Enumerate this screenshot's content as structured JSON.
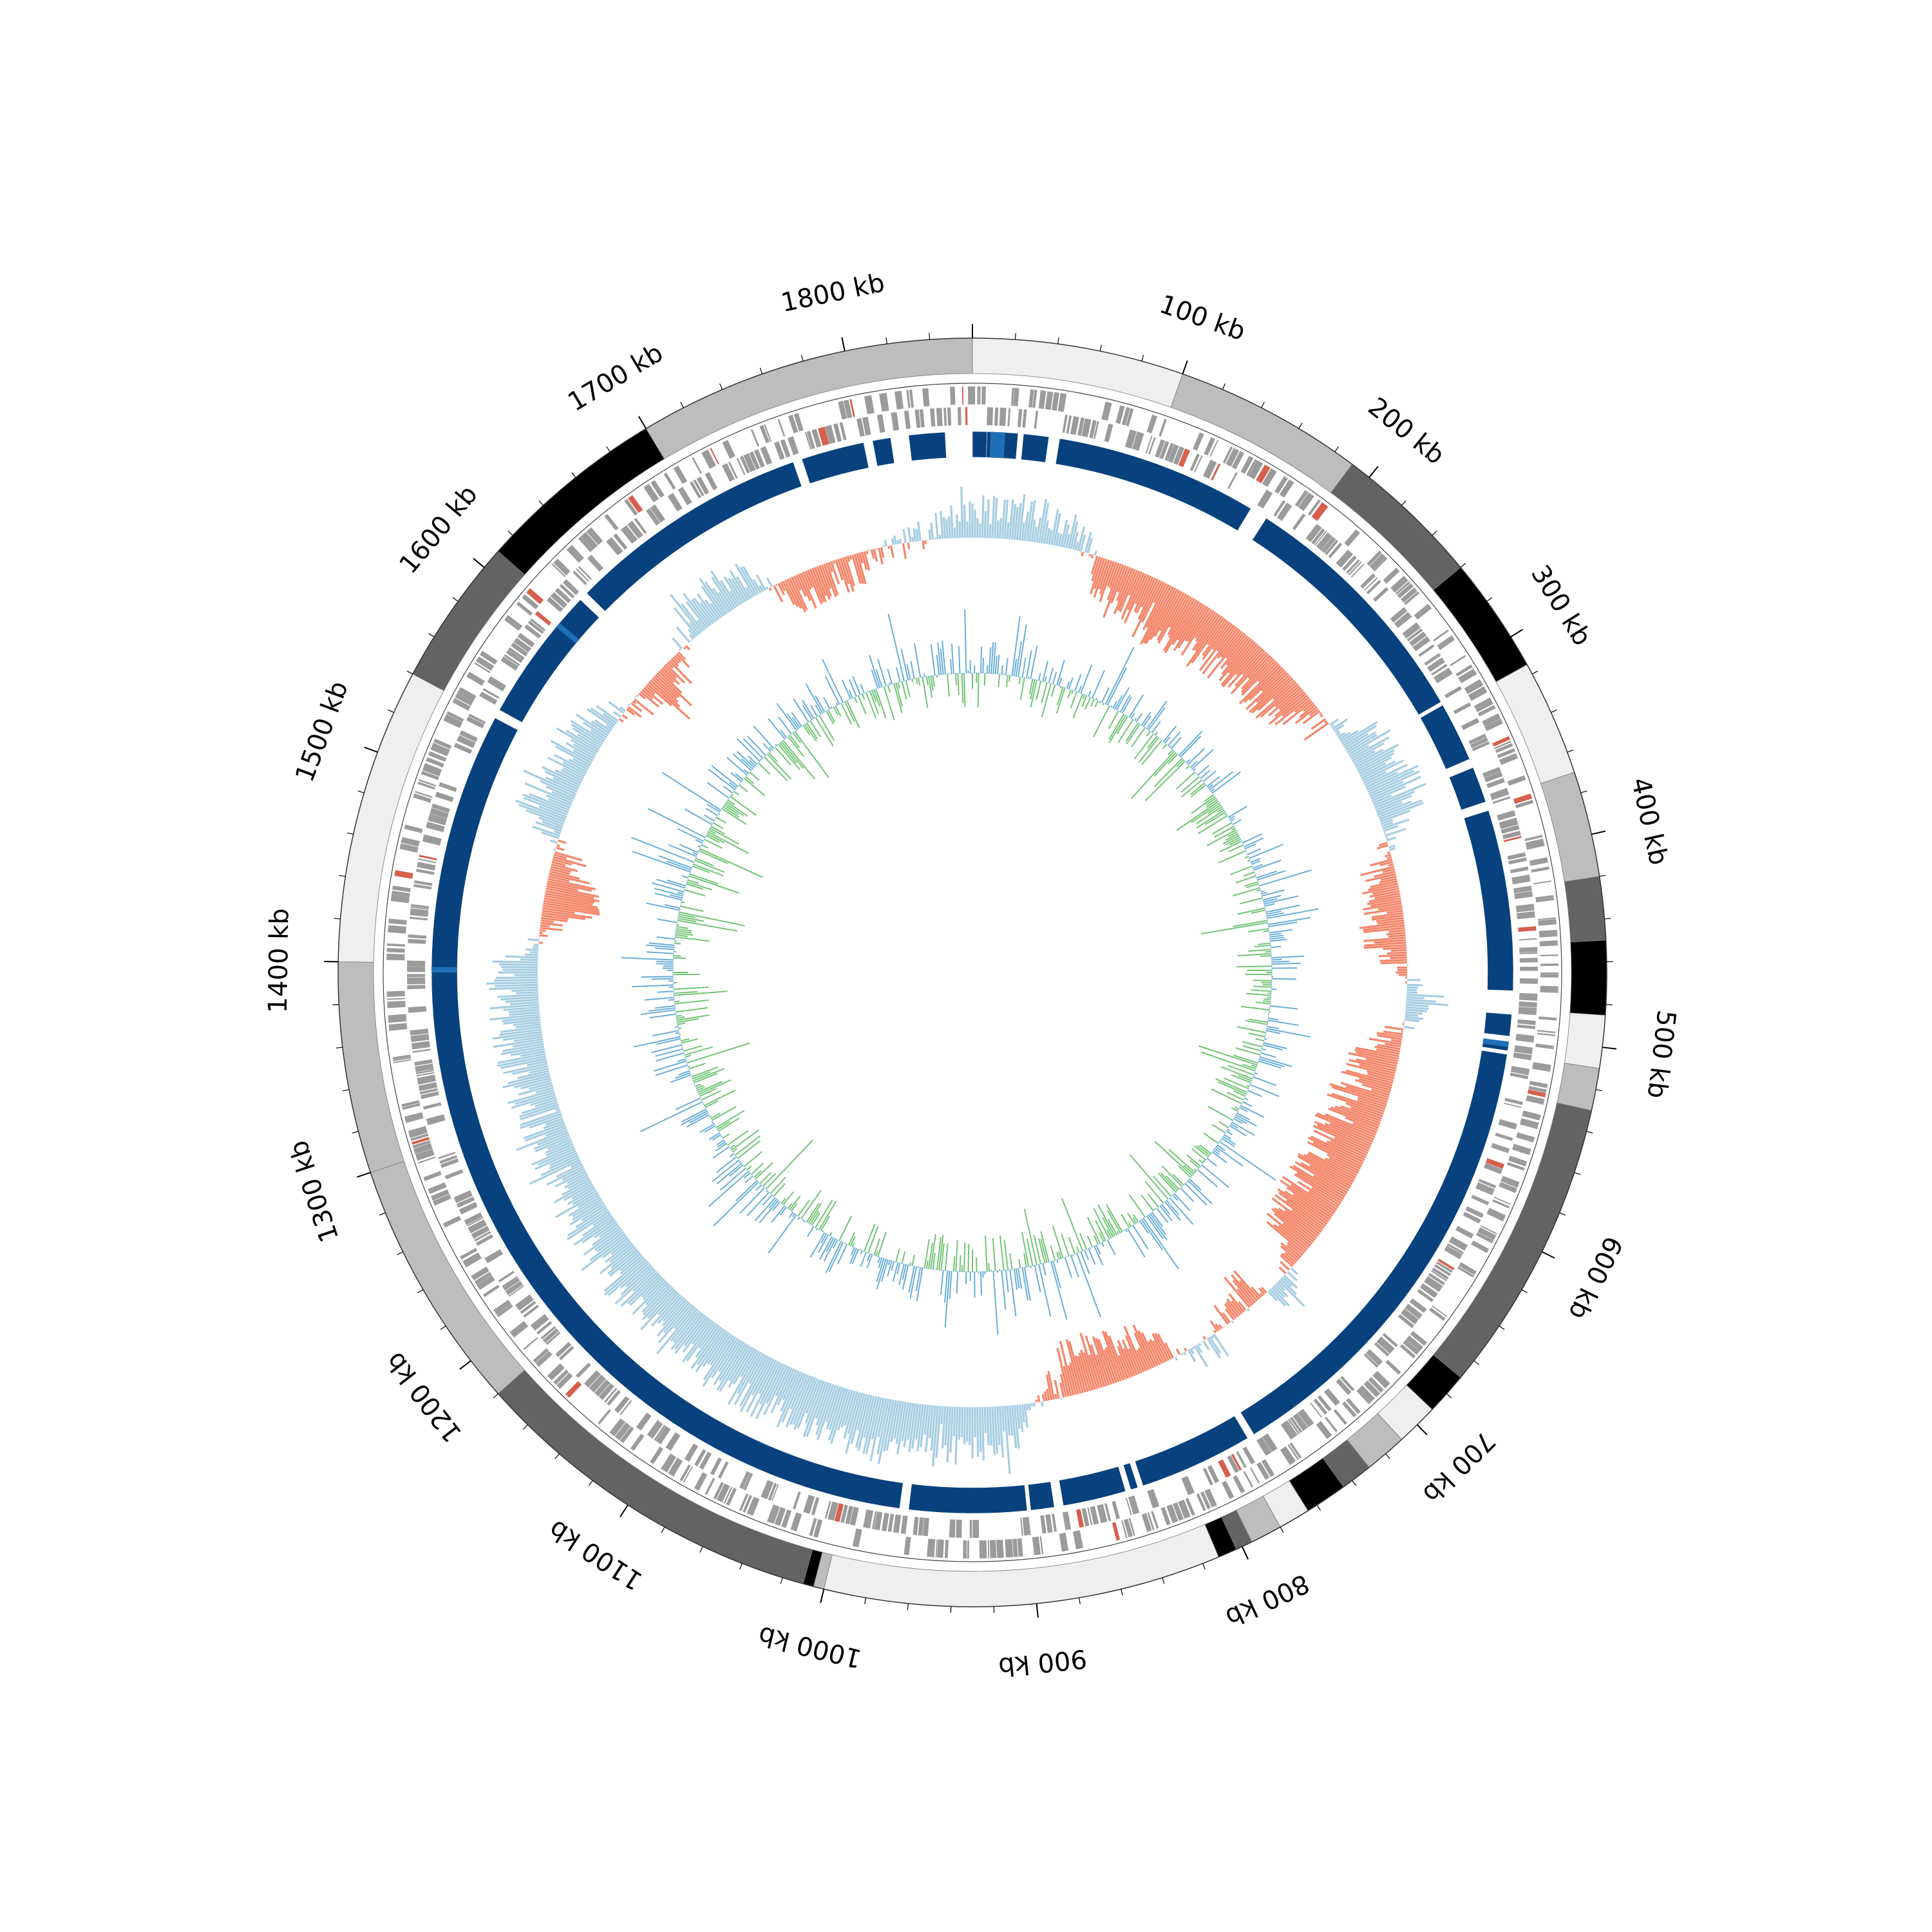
{
  "chart_data": {
    "type": "circular-genome-map",
    "genome_length_kb": 1860,
    "orientation": "clockwise-from-top",
    "tick_labels": [
      {
        "kb": 100,
        "label": "100 kb"
      },
      {
        "kb": 200,
        "label": "200 kb"
      },
      {
        "kb": 300,
        "label": "300 kb"
      },
      {
        "kb": 400,
        "label": "400 kb"
      },
      {
        "kb": 500,
        "label": "500 kb"
      },
      {
        "kb": 600,
        "label": "600 kb"
      },
      {
        "kb": 700,
        "label": "700 kb"
      },
      {
        "kb": 800,
        "label": "800 kb"
      },
      {
        "kb": 900,
        "label": "900 kb"
      },
      {
        "kb": 1000,
        "label": "1000 kb"
      },
      {
        "kb": 1100,
        "label": "1100 kb"
      },
      {
        "kb": 1200,
        "label": "1200 kb"
      },
      {
        "kb": 1300,
        "label": "1300 kb"
      },
      {
        "kb": 1400,
        "label": "1400 kb"
      },
      {
        "kb": 1500,
        "label": "1500 kb"
      },
      {
        "kb": 1600,
        "label": "1600 kb"
      },
      {
        "kb": 1700,
        "label": "1700 kb"
      },
      {
        "kb": 1800,
        "label": "1800 kb"
      }
    ],
    "minor_tick_interval_kb": 20,
    "contig_band": [
      {
        "start": 0,
        "end": 100,
        "color": "#efefef"
      },
      {
        "start": 100,
        "end": 190,
        "color": "#bdbdbd"
      },
      {
        "start": 190,
        "end": 260,
        "color": "#636363"
      },
      {
        "start": 260,
        "end": 315,
        "color": "#000000"
      },
      {
        "start": 315,
        "end": 370,
        "color": "#efefef"
      },
      {
        "start": 370,
        "end": 420,
        "color": "#bdbdbd"
      },
      {
        "start": 420,
        "end": 450,
        "color": "#636363"
      },
      {
        "start": 450,
        "end": 485,
        "color": "#000000"
      },
      {
        "start": 485,
        "end": 510,
        "color": "#efefef"
      },
      {
        "start": 510,
        "end": 530,
        "color": "#bdbdbd"
      },
      {
        "start": 530,
        "end": 670,
        "color": "#636363"
      },
      {
        "start": 670,
        "end": 690,
        "color": "#000000"
      },
      {
        "start": 690,
        "end": 710,
        "color": "#efefef"
      },
      {
        "start": 710,
        "end": 730,
        "color": "#bdbdbd"
      },
      {
        "start": 730,
        "end": 745,
        "color": "#636363"
      },
      {
        "start": 745,
        "end": 765,
        "color": "#000000"
      },
      {
        "start": 765,
        "end": 780,
        "color": "#efefef"
      },
      {
        "start": 780,
        "end": 795,
        "color": "#bdbdbd"
      },
      {
        "start": 795,
        "end": 803,
        "color": "#636363"
      },
      {
        "start": 803,
        "end": 812,
        "color": "#000000"
      },
      {
        "start": 812,
        "end": 1000,
        "color": "#efefef"
      },
      {
        "start": 1000,
        "end": 1005,
        "color": "#bdbdbd"
      },
      {
        "start": 1005,
        "end": 1010,
        "color": "#000000"
      },
      {
        "start": 1010,
        "end": 1180,
        "color": "#636363"
      },
      {
        "start": 1180,
        "end": 1300,
        "color": "#bdbdbd"
      },
      {
        "start": 1300,
        "end": 1400,
        "color": "#bdbdbd"
      },
      {
        "start": 1400,
        "end": 1540,
        "color": "#efefef"
      },
      {
        "start": 1540,
        "end": 1610,
        "color": "#636363"
      },
      {
        "start": 1610,
        "end": 1700,
        "color": "#000000"
      },
      {
        "start": 1700,
        "end": 1860,
        "color": "#bdbdbd"
      }
    ],
    "alignment_blocks": [
      {
        "start": 0,
        "end": 8
      },
      {
        "start": 8,
        "end": 25
      },
      {
        "start": 28,
        "end": 42
      },
      {
        "start": 48,
        "end": 160
      },
      {
        "start": 170,
        "end": 310
      },
      {
        "start": 312,
        "end": 345
      },
      {
        "start": 350,
        "end": 370
      },
      {
        "start": 375,
        "end": 475
      },
      {
        "start": 488,
        "end": 500
      },
      {
        "start": 503,
        "end": 508
      },
      {
        "start": 510,
        "end": 768
      },
      {
        "start": 772,
        "end": 835
      },
      {
        "start": 838,
        "end": 842
      },
      {
        "start": 845,
        "end": 880
      },
      {
        "start": 885,
        "end": 898
      },
      {
        "start": 900,
        "end": 965
      },
      {
        "start": 970,
        "end": 1540
      },
      {
        "start": 1545,
        "end": 1620
      },
      {
        "start": 1625,
        "end": 1760
      },
      {
        "start": 1765,
        "end": 1800
      },
      {
        "start": 1805,
        "end": 1815
      },
      {
        "start": 1825,
        "end": 1845
      }
    ],
    "gc_skew_profile": [
      [
        0,
        0.4
      ],
      [
        40,
        0.5
      ],
      [
        75,
        0.3
      ],
      [
        95,
        -0.6
      ],
      [
        140,
        -0.8
      ],
      [
        200,
        -0.7
      ],
      [
        260,
        -0.6
      ],
      [
        305,
        0.5
      ],
      [
        350,
        0.7
      ],
      [
        395,
        -0.4
      ],
      [
        455,
        -0.5
      ],
      [
        485,
        0.5
      ],
      [
        520,
        -0.6
      ],
      [
        600,
        -0.8
      ],
      [
        670,
        -0.7
      ],
      [
        700,
        0.4
      ],
      [
        720,
        -0.5
      ],
      [
        770,
        0.3
      ],
      [
        800,
        -0.6
      ],
      [
        860,
        -0.7
      ],
      [
        905,
        0.6
      ],
      [
        1000,
        0.8
      ],
      [
        1100,
        0.7
      ],
      [
        1200,
        0.6
      ],
      [
        1300,
        0.5
      ],
      [
        1400,
        0.6
      ],
      [
        1440,
        -0.7
      ],
      [
        1470,
        -0.5
      ],
      [
        1500,
        0.6
      ],
      [
        1560,
        0.5
      ],
      [
        1620,
        -0.6
      ],
      [
        1660,
        0.4
      ],
      [
        1700,
        0.5
      ],
      [
        1730,
        -0.4
      ],
      [
        1780,
        -0.3
      ],
      [
        1860,
        0.4
      ]
    ],
    "gc_content_profile": "oscillating, mean near baseline",
    "colors": {
      "contig_light": "#efefef",
      "contig_mid": "#bdbdbd",
      "contig_dark": "#636363",
      "contig_black": "#000000",
      "feature_gray": "#9b9b9b",
      "feature_red": "#d6604d",
      "alignment": "#08427e",
      "alignment_alt": "#1f6fb4",
      "skew_positive": "#a6cde2",
      "skew_negative": "#f4866a",
      "gc_positive": "#6baed6",
      "gc_negative": "#74c476"
    }
  }
}
